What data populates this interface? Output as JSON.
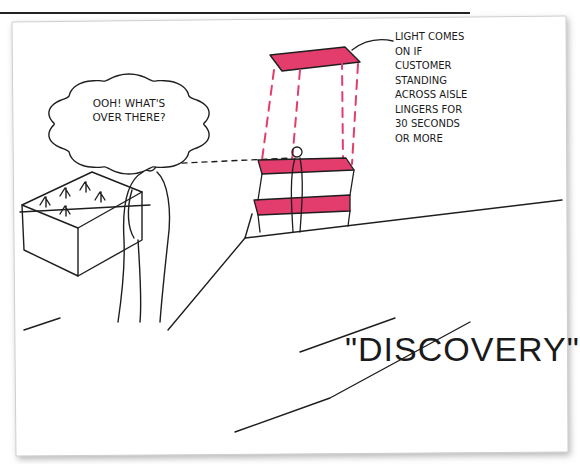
{
  "diagram": {
    "title": "\"DISCOVERY\"",
    "nodes": [
      {
        "text": [
          "OOH! WHAT'S OVER THERE?"
        ]
      }
    ],
    "labels": [
      "LIGHT COMES ON IF CUSTOMER STANDING ACROSS AISLE LINGERS FOR 30 SECONDS OR MORE"
    ]
  }
}
